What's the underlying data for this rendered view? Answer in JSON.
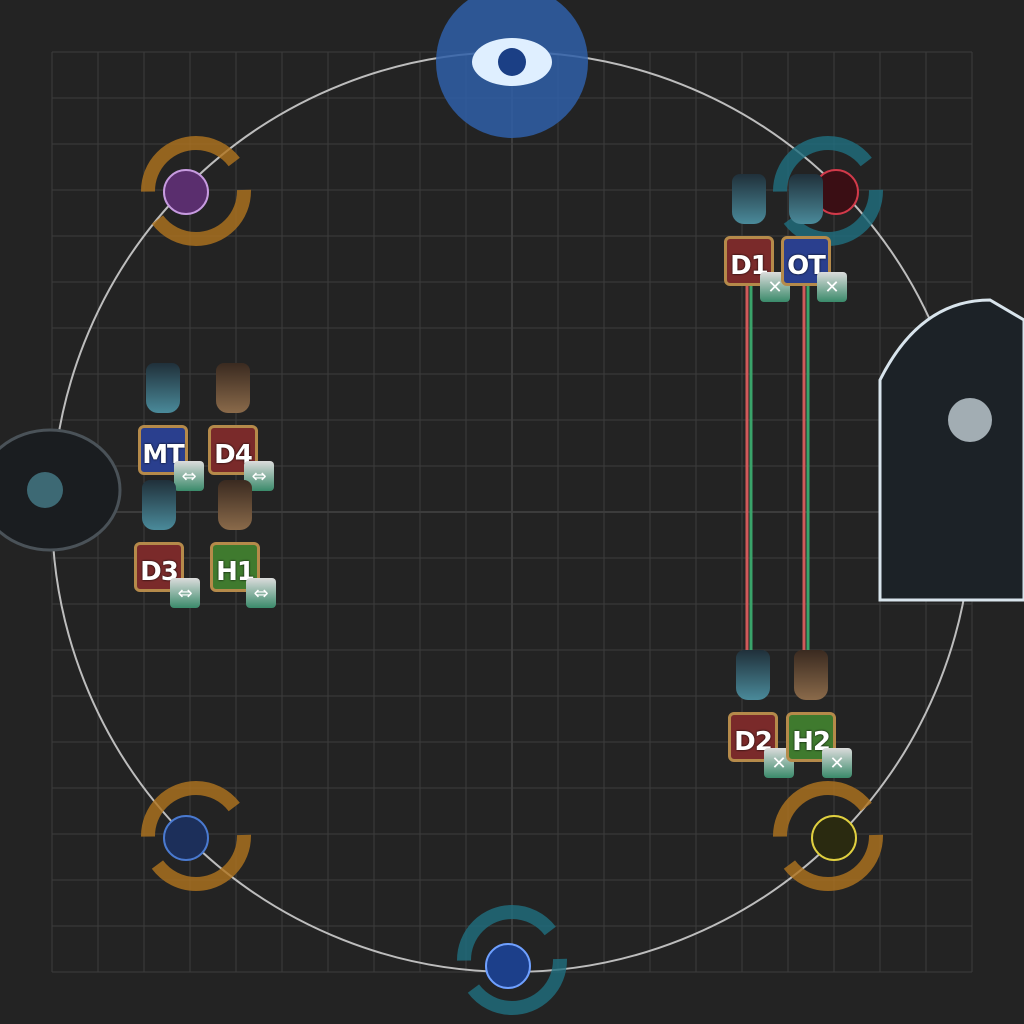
{
  "arena": {
    "shape": "circle-with-grid",
    "grid_cells": 20
  },
  "colors": {
    "background": "#232323",
    "grid": "#3c3c3c",
    "circle": "#bdbdbd",
    "tank": "#2a3f8e",
    "healer": "#3f7a2e",
    "dps": "#7a2a2a",
    "tether_red": "#d05a5a",
    "tether_green": "#3aa36a",
    "orange_rotate": "#b0741e",
    "teal_rotate": "#1f6f80"
  },
  "players": [
    {
      "label": "MT",
      "role": "tank"
    },
    {
      "label": "D4",
      "role": "dps"
    },
    {
      "label": "D3",
      "role": "dps"
    },
    {
      "label": "H1",
      "role": "healer"
    },
    {
      "label": "D1",
      "role": "dps"
    },
    {
      "label": "OT",
      "role": "tank"
    },
    {
      "label": "D2",
      "role": "dps"
    },
    {
      "label": "H2",
      "role": "healer"
    }
  ],
  "waymarks": [
    {
      "icon": "eye-orb-icon",
      "rotation": "none"
    },
    {
      "icon": "purple-marker-icon",
      "rotation": "orange"
    },
    {
      "icon": "red-marker-icon",
      "rotation": "teal"
    },
    {
      "icon": "blue-marker-icon",
      "rotation": "orange"
    },
    {
      "icon": "yellow-marker-icon",
      "rotation": "orange"
    },
    {
      "icon": "blue-eye-marker-icon",
      "rotation": "teal"
    }
  ],
  "bosses": [
    {
      "icon": "dark-beast-boss-icon"
    },
    {
      "icon": "winged-white-boss-icon"
    }
  ]
}
